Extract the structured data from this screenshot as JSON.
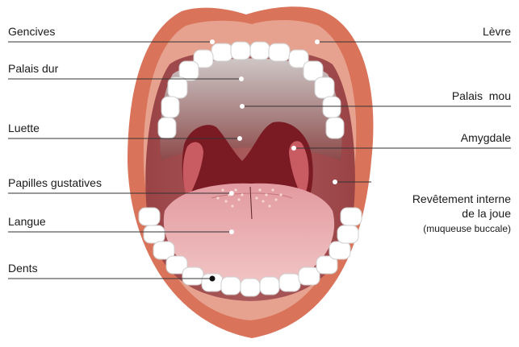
{
  "labels": {
    "gencives": "Gencives",
    "palais_dur": "Palais dur",
    "luette": "Luette",
    "papilles": "Papilles gustatives",
    "langue": "Langue",
    "dents": "Dents",
    "levre": "Lèvre",
    "palais_mou": "Palais  mou",
    "amygdale": "Amygdale",
    "revetement_1": "Revêtement interne",
    "revetement_2": "de la joue",
    "revetement_3": "(muqueuse buccale)"
  },
  "colors": {
    "lip": "#d9735a",
    "gum": "#e7a28f",
    "throat": "#7a1a22",
    "palate_top": "#c2b5b5",
    "palate_bottom": "#8e4b4d",
    "tongue": "#d9828a",
    "tooth": "#ffffff"
  }
}
